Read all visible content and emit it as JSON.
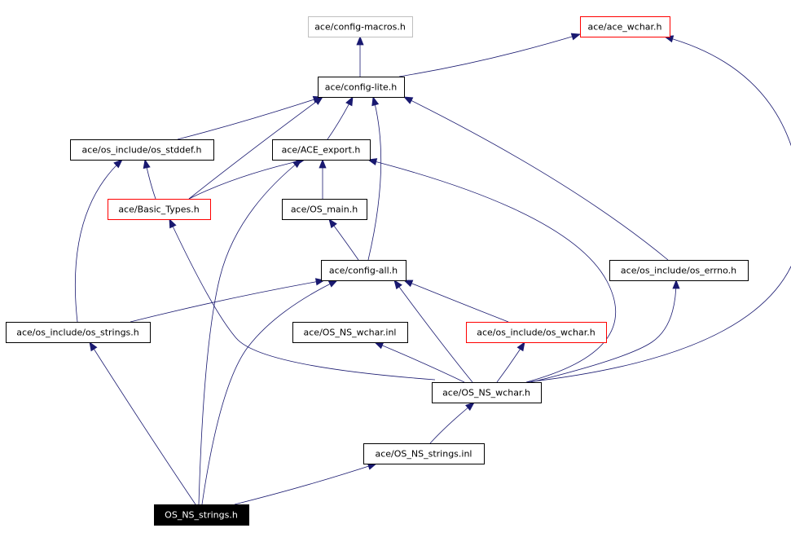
{
  "nodes": {
    "config_macros": {
      "label": "ace/config-macros.h",
      "style": "gray"
    },
    "ace_wchar": {
      "label": "ace/ace_wchar.h",
      "style": "red"
    },
    "config_lite": {
      "label": "ace/config-lite.h",
      "style": "normal"
    },
    "os_stddef": {
      "label": "ace/os_include/os_stddef.h",
      "style": "normal"
    },
    "ace_export": {
      "label": "ace/ACE_export.h",
      "style": "normal"
    },
    "basic_types": {
      "label": "ace/Basic_Types.h",
      "style": "red"
    },
    "os_main": {
      "label": "ace/OS_main.h",
      "style": "normal"
    },
    "config_all": {
      "label": "ace/config-all.h",
      "style": "normal"
    },
    "os_errno": {
      "label": "ace/os_include/os_errno.h",
      "style": "normal"
    },
    "os_strings": {
      "label": "ace/os_include/os_strings.h",
      "style": "normal"
    },
    "os_ns_wchar_inl": {
      "label": "ace/OS_NS_wchar.inl",
      "style": "normal"
    },
    "os_wchar": {
      "label": "ace/os_include/os_wchar.h",
      "style": "red"
    },
    "os_ns_wchar_h": {
      "label": "ace/OS_NS_wchar.h",
      "style": "normal"
    },
    "os_ns_strings_inl": {
      "label": "ace/OS_NS_strings.inl",
      "style": "normal"
    },
    "os_ns_strings_h": {
      "label": "OS_NS_strings.h",
      "style": "root"
    }
  },
  "edges": [
    {
      "from": "config_lite",
      "to": "config_macros"
    },
    {
      "from": "config_lite",
      "to": "ace_wchar"
    },
    {
      "from": "os_stddef",
      "to": "config_lite"
    },
    {
      "from": "ace_export",
      "to": "config_lite"
    },
    {
      "from": "basic_types",
      "to": "config_lite"
    },
    {
      "from": "basic_types",
      "to": "os_stddef"
    },
    {
      "from": "basic_types",
      "to": "ace_export"
    },
    {
      "from": "os_main",
      "to": "ace_export"
    },
    {
      "from": "config_all",
      "to": "config_lite"
    },
    {
      "from": "config_all",
      "to": "os_main"
    },
    {
      "from": "os_errno",
      "to": "config_lite"
    },
    {
      "from": "os_strings",
      "to": "os_stddef"
    },
    {
      "from": "os_strings",
      "to": "config_all"
    },
    {
      "from": "os_wchar",
      "to": "config_all"
    },
    {
      "from": "os_ns_wchar_h",
      "to": "ace_wchar"
    },
    {
      "from": "os_ns_wchar_h",
      "to": "basic_types"
    },
    {
      "from": "os_ns_wchar_h",
      "to": "ace_export"
    },
    {
      "from": "os_ns_wchar_h",
      "to": "config_all"
    },
    {
      "from": "os_ns_wchar_h",
      "to": "os_errno"
    },
    {
      "from": "os_ns_wchar_h",
      "to": "os_ns_wchar_inl"
    },
    {
      "from": "os_ns_wchar_h",
      "to": "os_wchar"
    },
    {
      "from": "os_ns_strings_inl",
      "to": "os_ns_wchar_h"
    },
    {
      "from": "os_ns_strings_h",
      "to": "os_strings"
    },
    {
      "from": "os_ns_strings_h",
      "to": "ace_export"
    },
    {
      "from": "os_ns_strings_h",
      "to": "config_all"
    },
    {
      "from": "os_ns_strings_h",
      "to": "os_ns_strings_inl"
    }
  ],
  "colors": {
    "edge": "#191970",
    "red_border": "#ff0000",
    "gray_border": "#bfbfbf",
    "root_fill": "#000000"
  }
}
